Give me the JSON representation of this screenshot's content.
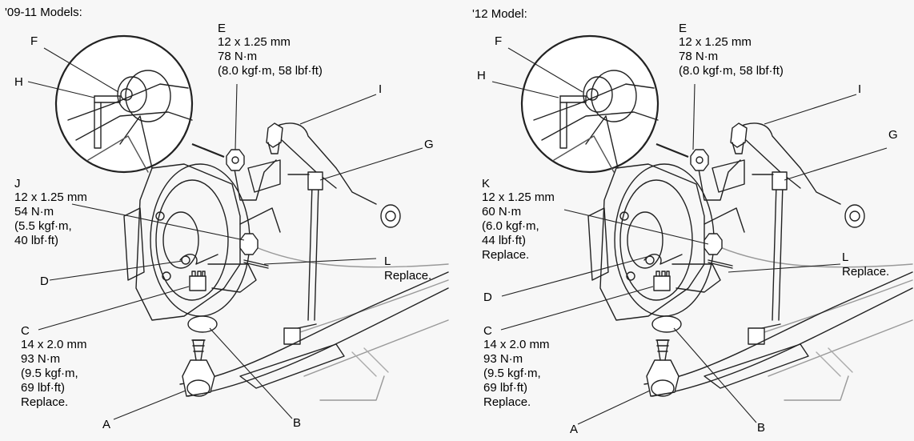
{
  "left": {
    "title": "'09-11 Models:",
    "labels": {
      "A": "A",
      "B": "B",
      "C": "C",
      "D": "D",
      "E": "E",
      "F": "F",
      "G": "G",
      "H": "H",
      "I": "I",
      "J": "J",
      "L": "L"
    },
    "spec_E": [
      "12 x 1.25 mm",
      "78 N·m",
      "(8.0 kgf·m, 58 lbf·ft)"
    ],
    "spec_J": [
      "12 x 1.25 mm",
      "54 N·m",
      "(5.5 kgf·m,",
      "40 lbf·ft)"
    ],
    "spec_C": [
      "14 x 2.0 mm",
      "93 N·m",
      "(9.5 kgf·m,",
      "69 lbf·ft)",
      "Replace."
    ],
    "note_L": "Replace."
  },
  "right": {
    "title": "'12 Model:",
    "labels": {
      "A": "A",
      "B": "B",
      "C": "C",
      "D": "D",
      "E": "E",
      "F": "F",
      "G": "G",
      "H": "H",
      "I": "I",
      "K": "K",
      "L": "L"
    },
    "spec_E": [
      "12 x 1.25 mm",
      "78 N·m",
      "(8.0 kgf·m, 58 lbf·ft)"
    ],
    "spec_K": [
      "12 x 1.25 mm",
      "60 N·m",
      "(6.0 kgf·m,",
      "44 lbf·ft)",
      "Replace."
    ],
    "spec_C": [
      "14 x 2.0 mm",
      "93 N·m",
      "(9.5 kgf·m,",
      "69 lbf·ft)",
      "Replace."
    ],
    "note_L": "Replace."
  }
}
